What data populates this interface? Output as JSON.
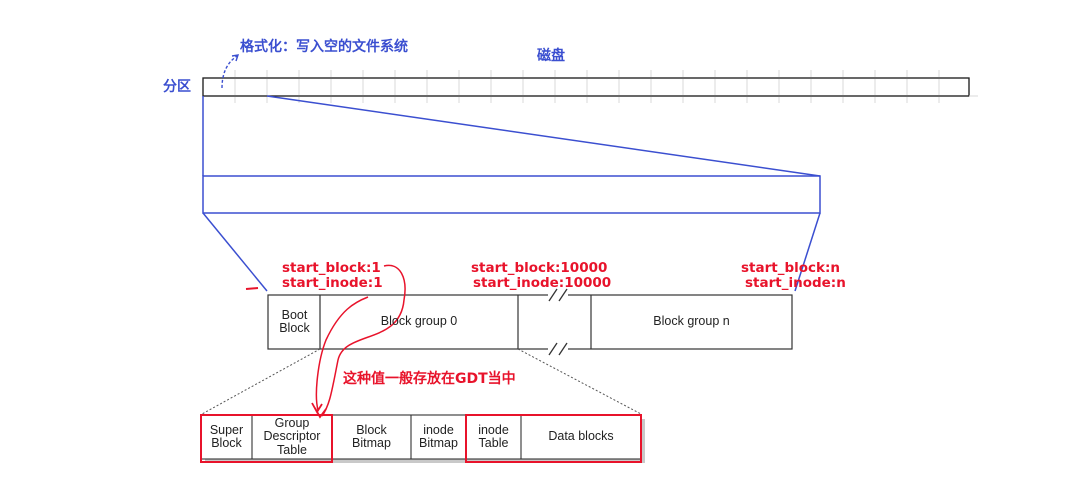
{
  "labels": {
    "format_note": "格式化：写入空的文件系统",
    "disk": "磁盘",
    "partition": "分区",
    "gdt_note": "这种值一般存放在GDT当中"
  },
  "annotations": [
    {
      "start_block": "start_block:1",
      "start_inode": "start_inode:1"
    },
    {
      "start_block": "start_block:10000",
      "start_inode": "start_inode:10000"
    },
    {
      "start_block": "start_block:n",
      "start_inode": "start_inode:n"
    }
  ],
  "partition_row": {
    "boot_block": [
      "Boot",
      "Block"
    ],
    "group0": "Block group 0",
    "groupn": "Block group n"
  },
  "group_detail": [
    [
      "Super",
      "Block"
    ],
    [
      "Group",
      "Descriptor",
      "Table"
    ],
    [
      "Block",
      "Bitmap"
    ],
    [
      "inode",
      "Bitmap"
    ],
    [
      "inode",
      "Table"
    ],
    [
      "Data blocks"
    ]
  ],
  "colors": {
    "blue": "#3b4fd0",
    "red": "#e8132b",
    "outline": "#333333"
  }
}
